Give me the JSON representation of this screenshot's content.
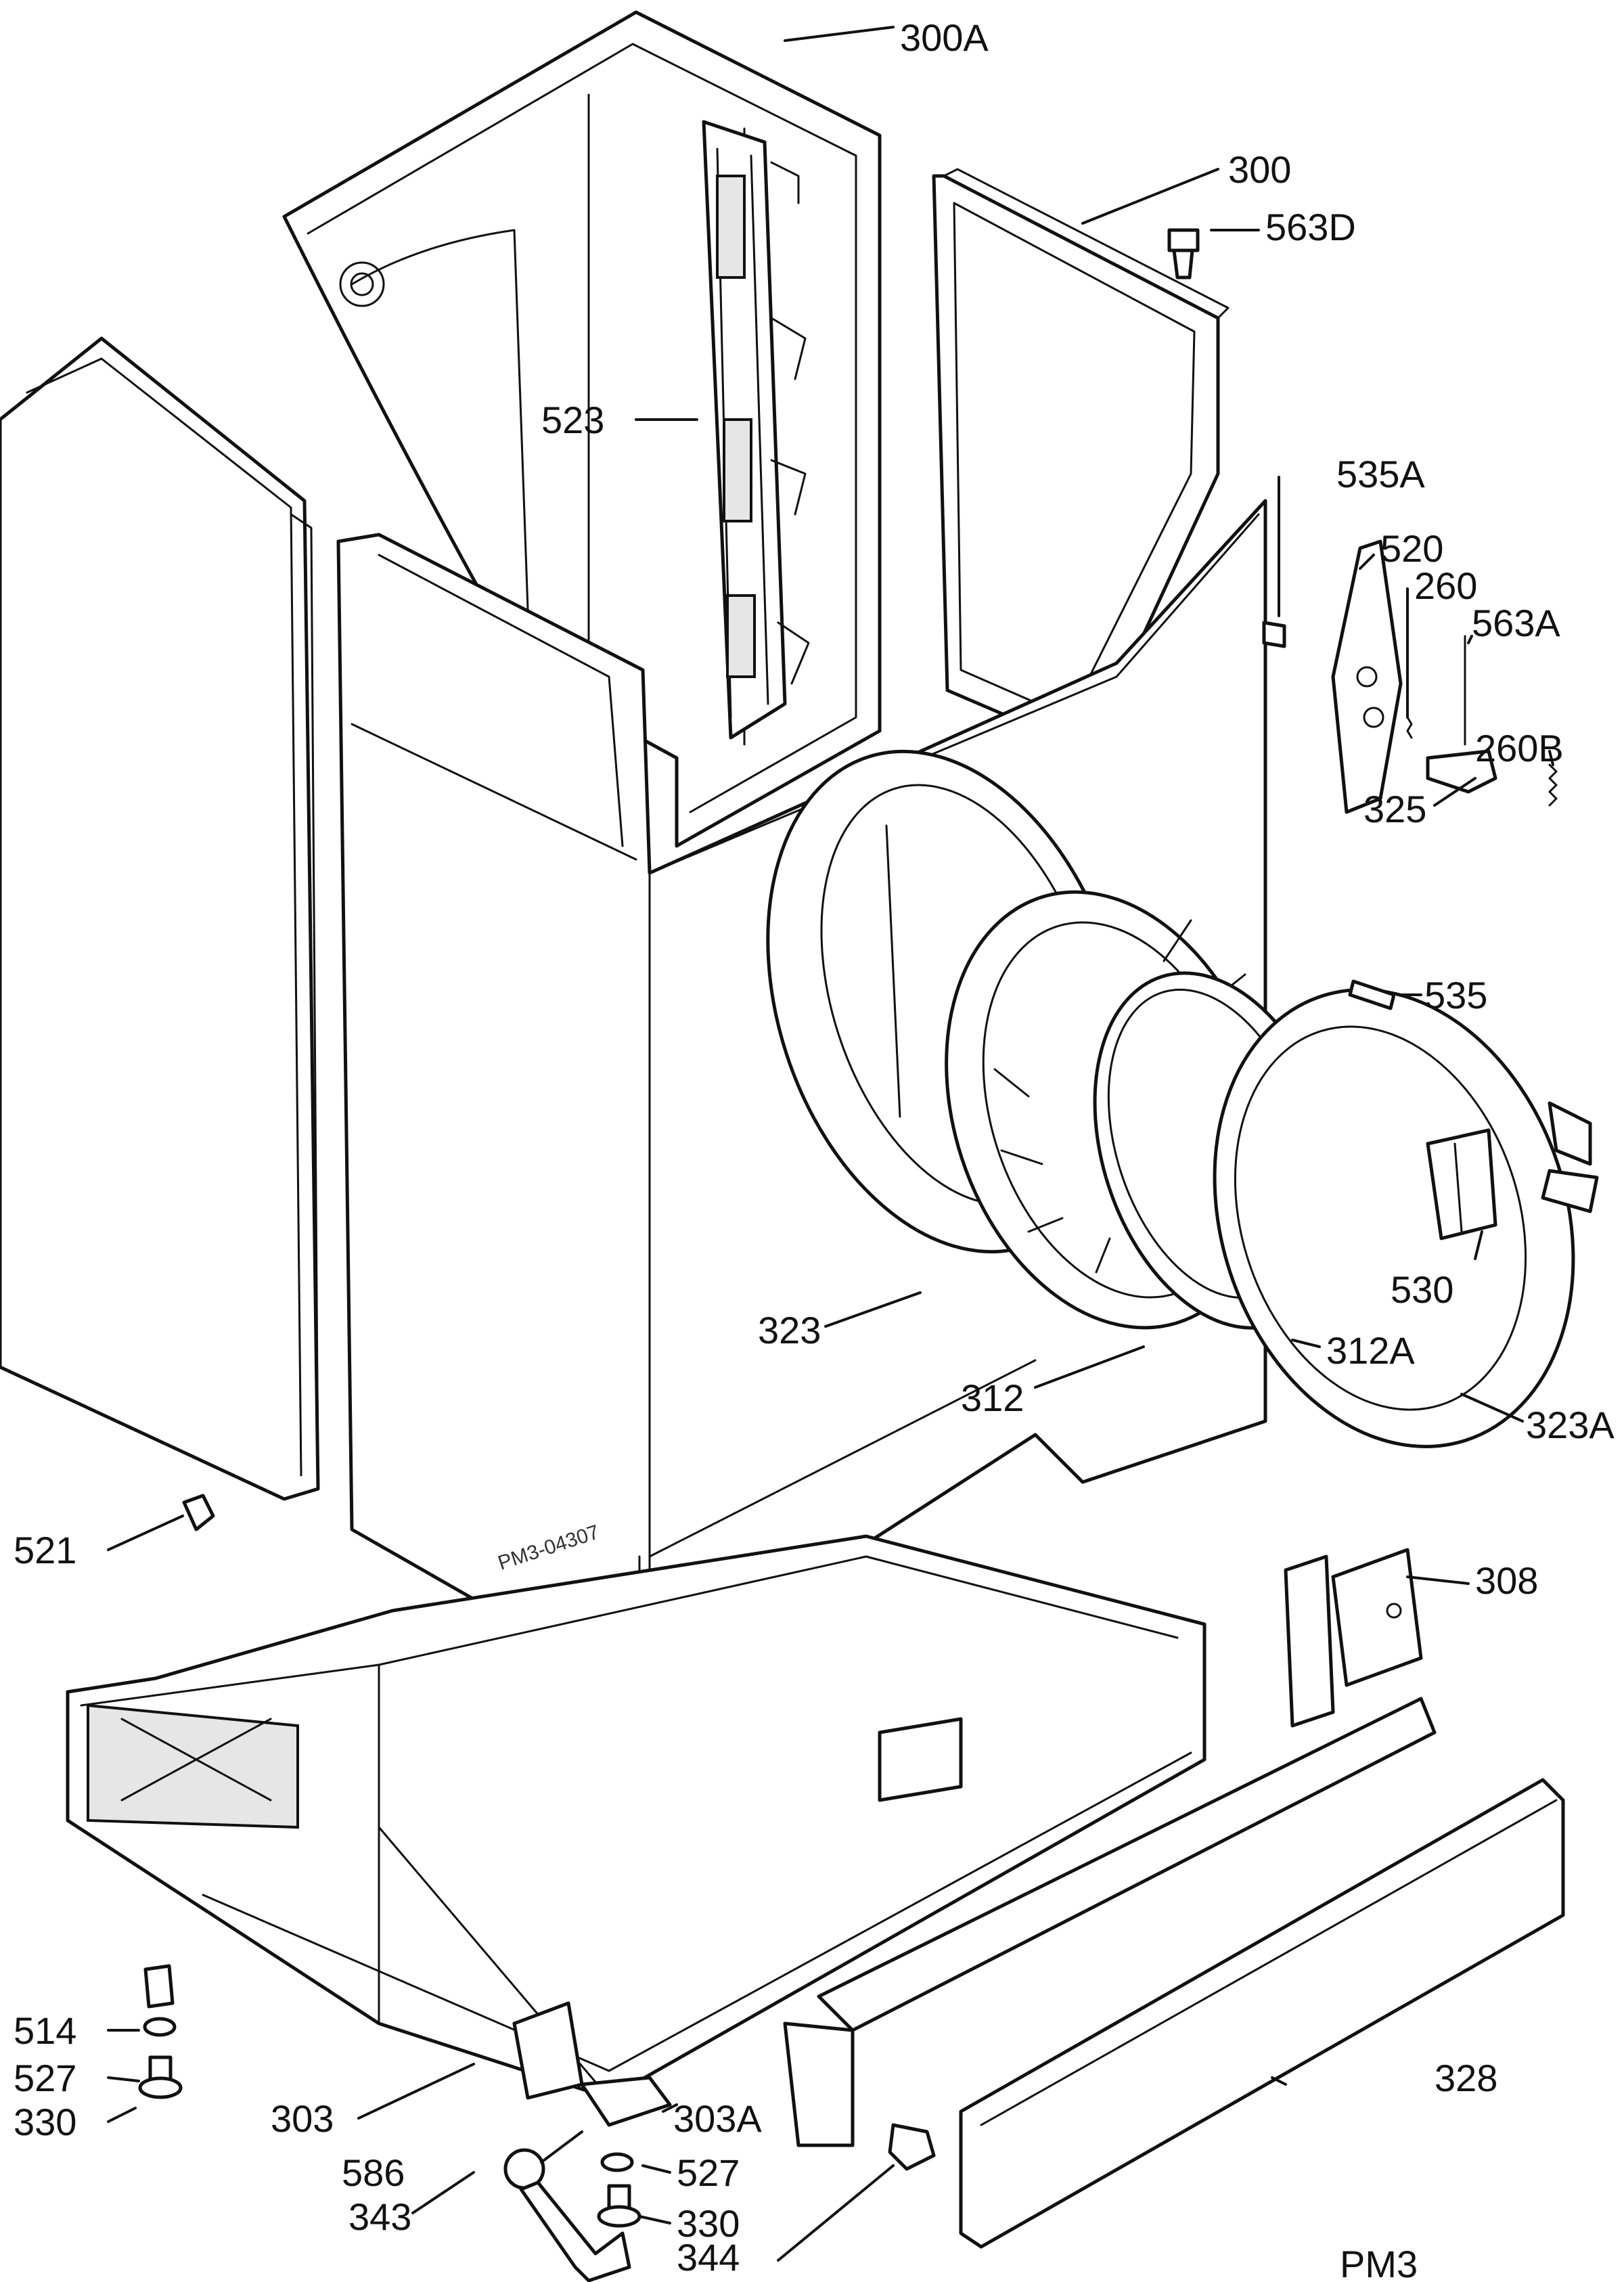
{
  "diagram": {
    "sheet_code": "PM3",
    "drawing_number": "PM3-04307",
    "labels": {
      "l300A": "300A",
      "l300": "300",
      "l563D": "563D",
      "l523": "523",
      "l535A": "535A",
      "l520": "520",
      "l260": "260",
      "l563A": "563A",
      "l260B": "260B",
      "l325": "325",
      "l535": "535",
      "l530": "530",
      "l323": "323",
      "l312A": "312A",
      "l312": "312",
      "l323A": "323A",
      "l521": "521",
      "l308": "308",
      "l514": "514",
      "l527a": "527",
      "l330a": "330",
      "l303": "303",
      "l303A": "303A",
      "l328": "328",
      "l586": "586",
      "l527b": "527",
      "l343": "343",
      "l330b": "330",
      "l344": "344"
    }
  }
}
